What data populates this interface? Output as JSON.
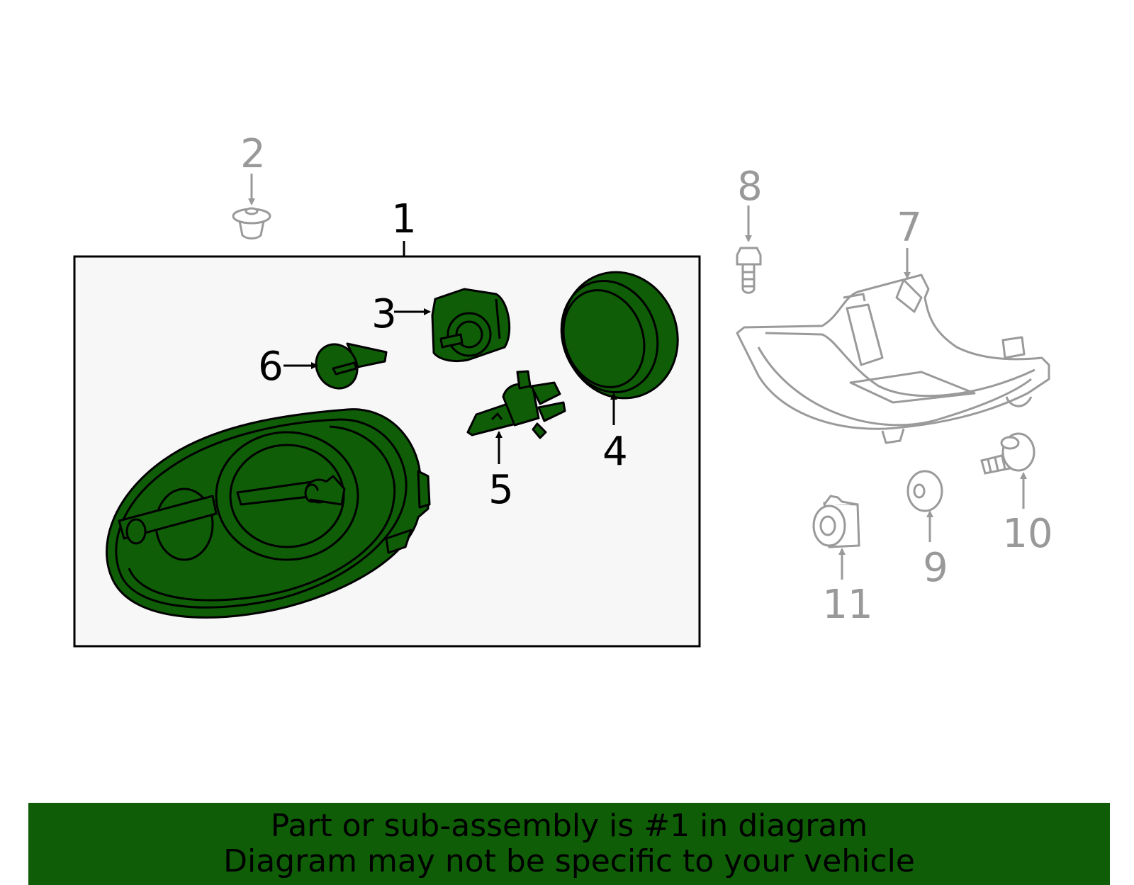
{
  "colors": {
    "highlight_fill": "#0f5e07",
    "active_stroke": "#000000",
    "inactive_stroke": "#9a9a9a",
    "box_background": "#f7f7f7",
    "banner_background": "#0f5e07"
  },
  "callouts": {
    "c1": "1",
    "c2": "2",
    "c3": "3",
    "c4": "4",
    "c5": "5",
    "c6": "6",
    "c7": "7",
    "c8": "8",
    "c9": "9",
    "c10": "10",
    "c11": "11"
  },
  "banner": {
    "line1": "Part or sub-assembly is #1 in diagram",
    "line2": "Diagram may not be specific to your vehicle"
  }
}
